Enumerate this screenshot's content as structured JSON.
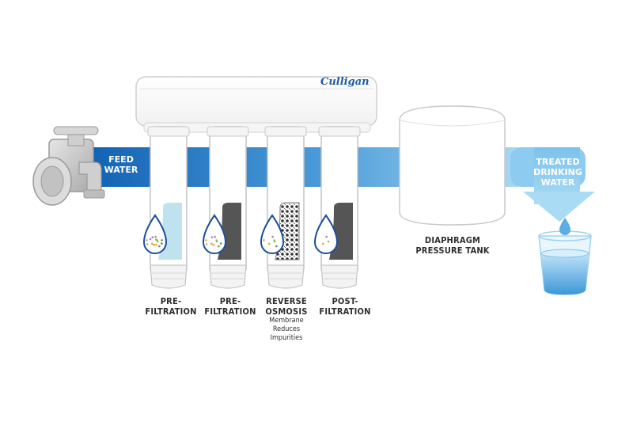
{
  "brand": "Culligan",
  "feed_water": {
    "line1": "FEED",
    "line2": "WATER"
  },
  "treated_water": {
    "line1": "TREATED",
    "line2": "DRINKING",
    "line3": "WATER"
  },
  "tank": {
    "line1": "DIAPHRAGM",
    "line2": "PRESSURE TANK"
  },
  "stages": [
    {
      "line1": "PRE-",
      "line2": "FILTRATION",
      "sub": []
    },
    {
      "line1": "PRE-",
      "line2": "FILTRATION",
      "sub": []
    },
    {
      "line1": "REVERSE",
      "line2": "OSMOSIS",
      "sub": [
        "Membrane",
        "Reduces",
        "Impurities"
      ]
    },
    {
      "line1": "POST-",
      "line2": "FILTRATION",
      "sub": []
    }
  ],
  "colors": {
    "pipe_dark": "#1163b3",
    "pipe_light": "#8ec8ee",
    "outline_gray": "#c4c4c4",
    "drop_outline": "#1d4f9a",
    "label_text": "#2e2e2e"
  }
}
